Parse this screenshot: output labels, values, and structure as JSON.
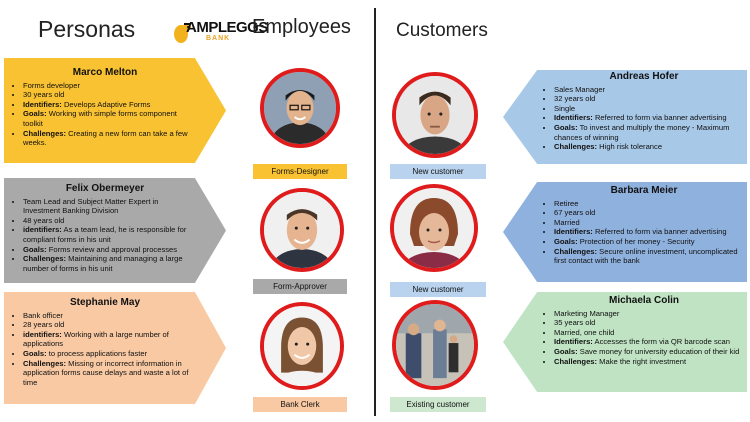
{
  "header": {
    "personas_title": "Personas",
    "brand_name": "AMPLEGGS",
    "brand_sub": "BANK",
    "employees_title": "Employees",
    "customers_title": "Customers"
  },
  "employees": [
    {
      "name": "Marco Melton",
      "tag": "Forms-Designer",
      "lines": [
        {
          "k": "",
          "v": "Forms developer"
        },
        {
          "k": "",
          "v": "30 years old"
        },
        {
          "k": "Identifiers:",
          "v": " Develops Adaptive Forms"
        },
        {
          "k": "Goals:",
          "v": "  Working with simple forms component toolkit"
        },
        {
          "k": "Challenges:",
          "v": "  Creating a new form can take a few weeks."
        }
      ]
    },
    {
      "name": "Felix Obermeyer",
      "tag": "Form-Approver",
      "lines": [
        {
          "k": "",
          "v": "Team Lead and Subject Matter Expert in Investment Banking Division"
        },
        {
          "k": "",
          "v": "48 years old"
        },
        {
          "k": "identifiers:",
          "v": " As a team lead, he is responsible for compliant forms in his unit"
        },
        {
          "k": "Goals:",
          "v": " Forms review and approval processes"
        },
        {
          "k": "Challenges:",
          "v": " Maintaining and managing a large number of forms in his unit"
        }
      ]
    },
    {
      "name": "Stephanie May",
      "tag": "Bank Clerk",
      "lines": [
        {
          "k": "",
          "v": "Bank officer"
        },
        {
          "k": "",
          "v": "28 years old"
        },
        {
          "k": "identifiers:",
          "v": " Working with a large number of applications"
        },
        {
          "k": "Goals:",
          "v": "  to process applications faster"
        },
        {
          "k": "Challenges:",
          "v": "  Missing or incorrect information in application forms cause delays and waste a lot of time"
        }
      ]
    }
  ],
  "customers": [
    {
      "name": "Andreas Hofer",
      "tag": "New customer",
      "lines": [
        {
          "k": "",
          "v": "Sales Manager"
        },
        {
          "k": "",
          "v": "32 years old"
        },
        {
          "k": "",
          "v": "Single"
        },
        {
          "k": "Identifiers:",
          "v": " Referred to form via banner advertising"
        },
        {
          "k": "Goals:",
          "v": "  To invest and multiply the money - Maximum chances of winning"
        },
        {
          "k": "Challenges:",
          "v": "  High risk tolerance"
        }
      ]
    },
    {
      "name": "Barbara Meier",
      "tag": "New customer",
      "lines": [
        {
          "k": "",
          "v": "Retiree"
        },
        {
          "k": "",
          "v": "67 years old"
        },
        {
          "k": "",
          "v": "Married"
        },
        {
          "k": "Identifiers:",
          "v": " Referred to form via banner advertising"
        },
        {
          "k": "Goals:",
          "v": "  Protection of her money - Security"
        },
        {
          "k": "Challenges:",
          "v": "  Secure online investment, uncomplicated first contact with the bank"
        }
      ]
    },
    {
      "name": "Michaela Colin",
      "tag": "Existing customer",
      "lines": [
        {
          "k": "",
          "v": "Marketing Manager"
        },
        {
          "k": "",
          "v": "35 years old"
        },
        {
          "k": "",
          "v": "Married, one child"
        },
        {
          "k": "Identifiers:",
          "v": " Accesses the form via QR barcode scan"
        },
        {
          "k": "Goals:",
          "v": "  Save money for university education of their kid"
        },
        {
          "k": "Challenges:",
          "v": "  Make the right investment"
        }
      ]
    }
  ],
  "colors": {
    "accent_red": "#e01b1b",
    "yellow": "#f9c232",
    "gray": "#a9a9a9",
    "peach": "#f8c9a3",
    "blue": "#a8c8e8",
    "green": "#bfe3c3"
  }
}
